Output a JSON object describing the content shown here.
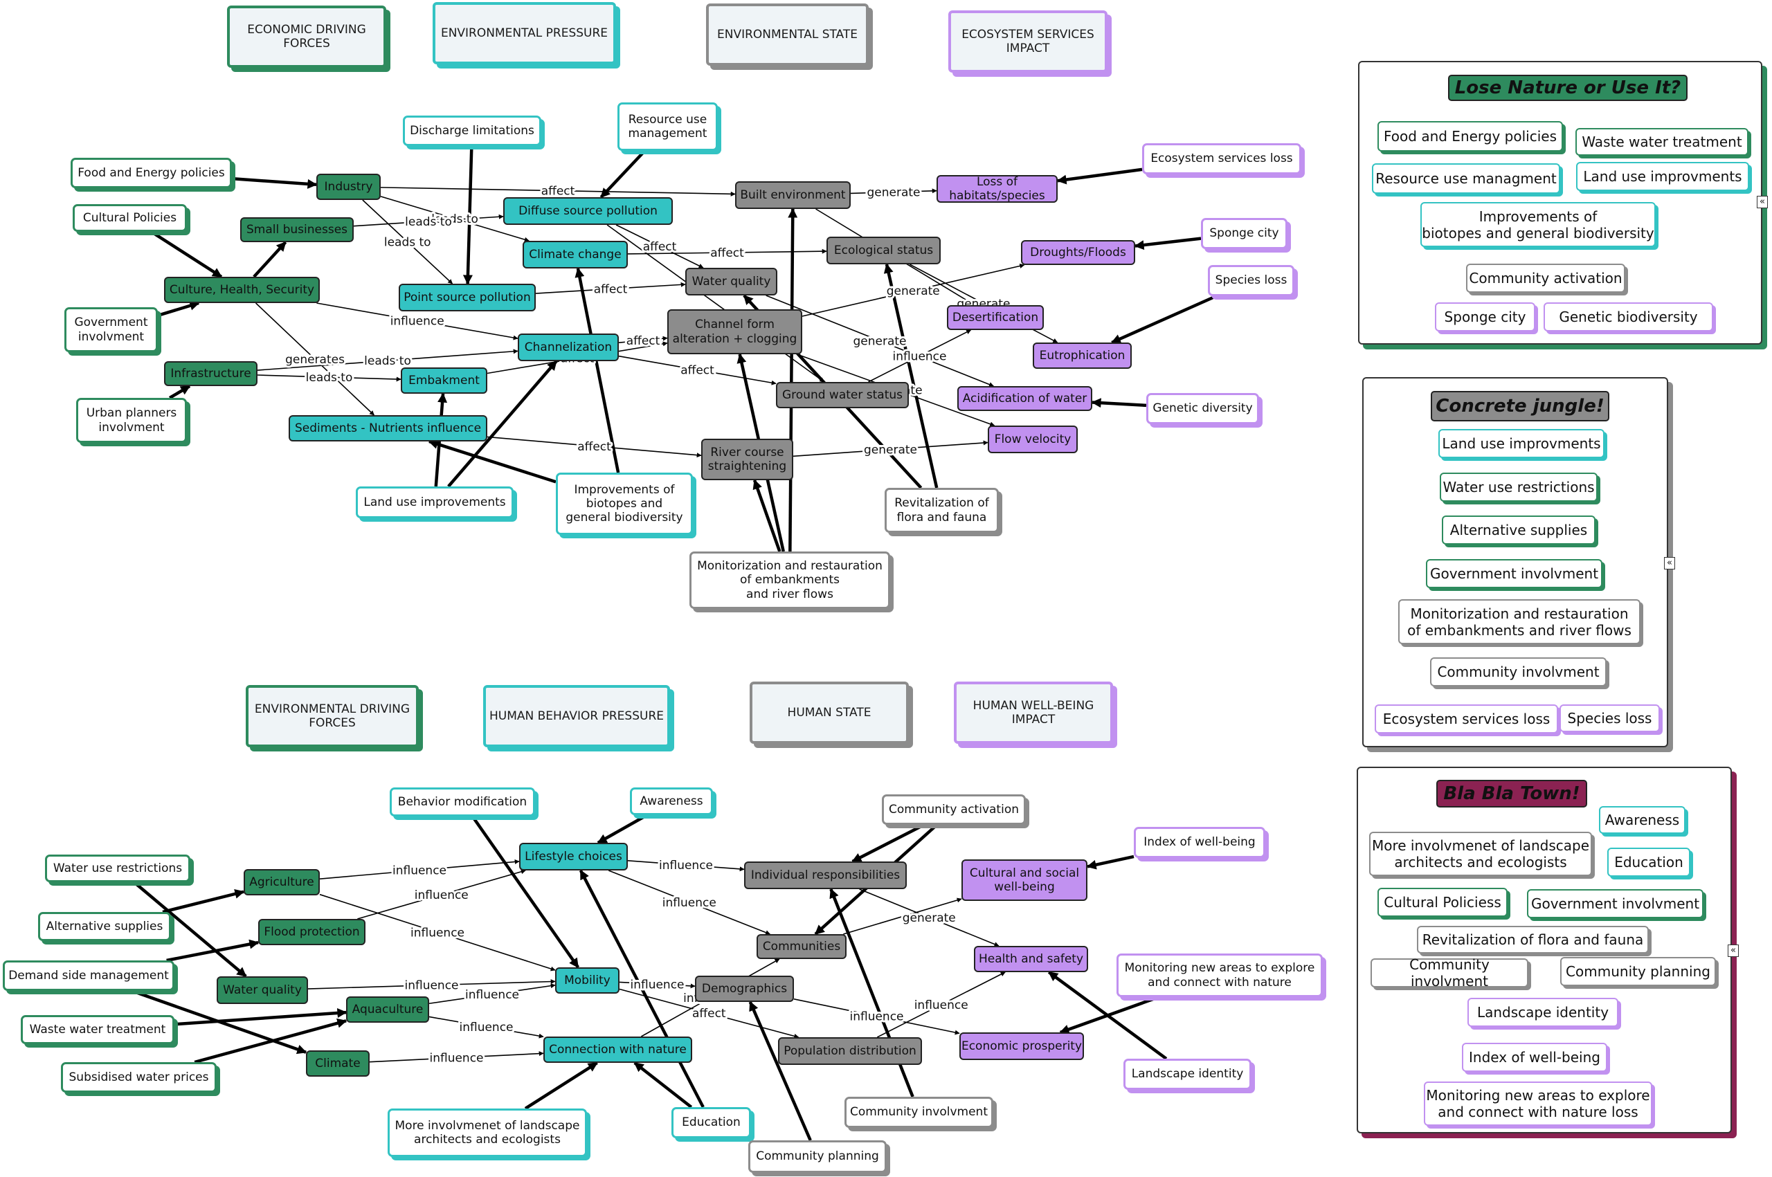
{
  "headers": [
    {
      "id": "h-edf",
      "text": "ECONOMIC DRIVING\nFORCES",
      "color": "green"
    },
    {
      "id": "h-ep",
      "text": "ENVIRONMENTAL PRESSURE",
      "color": "teal"
    },
    {
      "id": "h-es",
      "text": "ENVIRONMENTAL STATE",
      "color": "gray"
    },
    {
      "id": "h-esi",
      "text": "ECOSYSTEM SERVICES\nIMPACT",
      "color": "purple"
    },
    {
      "id": "h-envdf",
      "text": "ENVIRONMENTAL DRIVING\nFORCES",
      "color": "green"
    },
    {
      "id": "h-hbp",
      "text": "HUMAN BEHAVIOR PRESSURE",
      "color": "teal"
    },
    {
      "id": "h-hs",
      "text": "HUMAN STATE",
      "color": "gray"
    },
    {
      "id": "h-hwi",
      "text": "HUMAN WELL-BEING\nIMPACT",
      "color": "purple"
    }
  ],
  "nodes": [
    {
      "id": "food-energy",
      "text": "Food and Energy policies",
      "color": "green",
      "style": "src"
    },
    {
      "id": "cultural-pol",
      "text": "Cultural Policies",
      "color": "green",
      "style": "src"
    },
    {
      "id": "gov-inv",
      "text": "Government\ninvolvment",
      "color": "green",
      "style": "src"
    },
    {
      "id": "urban-plan",
      "text": "Urban planners\ninvolvment",
      "color": "green",
      "style": "src"
    },
    {
      "id": "industry",
      "text": "Industry",
      "color": "green",
      "style": "core"
    },
    {
      "id": "small-biz",
      "text": "Small businesses",
      "color": "green",
      "style": "core"
    },
    {
      "id": "culture-hs",
      "text": "Culture, Health, Security",
      "color": "green",
      "style": "core"
    },
    {
      "id": "infra",
      "text": "Infrastructure",
      "color": "green",
      "style": "core"
    },
    {
      "id": "discharge",
      "text": "Discharge limitations",
      "color": "teal",
      "style": "src"
    },
    {
      "id": "resource-use",
      "text": "Resource use\nmanagement",
      "color": "teal",
      "style": "src"
    },
    {
      "id": "diffuse",
      "text": "Diffuse source pollution",
      "color": "teal",
      "style": "core"
    },
    {
      "id": "climate-ch",
      "text": "Climate change",
      "color": "teal",
      "style": "core"
    },
    {
      "id": "point-src",
      "text": "Point source pollution",
      "color": "teal",
      "style": "core"
    },
    {
      "id": "channelize",
      "text": "Channelization",
      "color": "teal",
      "style": "core"
    },
    {
      "id": "embak",
      "text": "Embakment",
      "color": "teal",
      "style": "core"
    },
    {
      "id": "sediments",
      "text": "Sediments - Nutrients influence",
      "color": "teal",
      "style": "core"
    },
    {
      "id": "land-use-imp",
      "text": "Land use improvements",
      "color": "teal",
      "style": "src"
    },
    {
      "id": "biotopes",
      "text": "Improvements of\nbiotopes and\ngeneral biodiversity",
      "color": "teal",
      "style": "src"
    },
    {
      "id": "built-env",
      "text": "Built environment",
      "color": "gray",
      "style": "core"
    },
    {
      "id": "eco-status",
      "text": "Ecological status",
      "color": "gray",
      "style": "core"
    },
    {
      "id": "water-qual",
      "text": "Water quality",
      "color": "gray",
      "style": "core"
    },
    {
      "id": "channel-form",
      "text": "Channel form\nalteration + clogging",
      "color": "gray",
      "style": "core"
    },
    {
      "id": "ground-water",
      "text": "Ground water status",
      "color": "gray",
      "style": "core"
    },
    {
      "id": "river-course",
      "text": "River course\nstraightening",
      "color": "gray",
      "style": "core"
    },
    {
      "id": "revital",
      "text": "Revitalization of\nflora and fauna",
      "color": "gray",
      "style": "src"
    },
    {
      "id": "monitor",
      "text": "Monitorization and restauration\nof embankments\nand river flows",
      "color": "gray",
      "style": "src"
    },
    {
      "id": "loss-habitats",
      "text": "Loss of habitats/species",
      "color": "purple",
      "style": "core"
    },
    {
      "id": "droughts",
      "text": "Droughts/Floods",
      "color": "purple",
      "style": "core"
    },
    {
      "id": "desert",
      "text": "Desertification",
      "color": "purple",
      "style": "core"
    },
    {
      "id": "eutro",
      "text": "Eutrophication",
      "color": "purple",
      "style": "core"
    },
    {
      "id": "acid",
      "text": "Acidification of water",
      "color": "purple",
      "style": "core"
    },
    {
      "id": "flow-vel",
      "text": "Flow velocity",
      "color": "purple",
      "style": "core"
    },
    {
      "id": "es-loss",
      "text": "Ecosystem services loss",
      "color": "purple",
      "style": "src"
    },
    {
      "id": "sponge",
      "text": "Sponge city",
      "color": "purple",
      "style": "src"
    },
    {
      "id": "species-loss",
      "text": "Species loss",
      "color": "purple",
      "style": "src"
    },
    {
      "id": "genetic",
      "text": "Genetic diversity",
      "color": "purple",
      "style": "src"
    },
    {
      "id": "water-restr",
      "text": "Water use restrictions",
      "color": "green",
      "style": "src"
    },
    {
      "id": "alt-supplies",
      "text": "Alternative supplies",
      "color": "green",
      "style": "src"
    },
    {
      "id": "demand-side",
      "text": "Demand side management",
      "color": "green",
      "style": "src"
    },
    {
      "id": "waste-water",
      "text": "Waste water treatment",
      "color": "green",
      "style": "src"
    },
    {
      "id": "subsidised",
      "text": "Subsidised water prices",
      "color": "green",
      "style": "src"
    },
    {
      "id": "agri",
      "text": "Agriculture",
      "color": "green",
      "style": "core"
    },
    {
      "id": "flood-prot",
      "text": "Flood protection",
      "color": "green",
      "style": "core"
    },
    {
      "id": "water-qual2",
      "text": "Water quality",
      "color": "green",
      "style": "core"
    },
    {
      "id": "aqua",
      "text": "Aquaculture",
      "color": "green",
      "style": "core"
    },
    {
      "id": "climate",
      "text": "Climate",
      "color": "green",
      "style": "core"
    },
    {
      "id": "behav-mod",
      "text": "Behavior modification",
      "color": "teal",
      "style": "src"
    },
    {
      "id": "awareness",
      "text": "Awareness",
      "color": "teal",
      "style": "src"
    },
    {
      "id": "lifestyle",
      "text": "Lifestyle choices",
      "color": "teal",
      "style": "core"
    },
    {
      "id": "mobility",
      "text": "Mobility",
      "color": "teal",
      "style": "core"
    },
    {
      "id": "conn-nature",
      "text": "Connection with nature",
      "color": "teal",
      "style": "core"
    },
    {
      "id": "more-inv",
      "text": "More involvmenet of landscape\narchitects and ecologists",
      "color": "teal",
      "style": "src"
    },
    {
      "id": "education",
      "text": "Education",
      "color": "teal",
      "style": "src"
    },
    {
      "id": "comm-act",
      "text": "Community activation",
      "color": "gray",
      "style": "src"
    },
    {
      "id": "indiv-resp",
      "text": "Individual responsibilities",
      "color": "gray",
      "style": "core"
    },
    {
      "id": "communities",
      "text": "Communities",
      "color": "gray",
      "style": "core"
    },
    {
      "id": "demographics",
      "text": "Demographics",
      "color": "gray",
      "style": "core"
    },
    {
      "id": "pop-dist",
      "text": "Population distribution",
      "color": "gray",
      "style": "core"
    },
    {
      "id": "comm-inv",
      "text": "Community involvment",
      "color": "gray",
      "style": "src"
    },
    {
      "id": "comm-plan",
      "text": "Community planning",
      "color": "gray",
      "style": "src"
    },
    {
      "id": "cult-social",
      "text": "Cultural and social\nwell-being",
      "color": "purple",
      "style": "core"
    },
    {
      "id": "health-safety",
      "text": "Health and safety",
      "color": "purple",
      "style": "core"
    },
    {
      "id": "econ-prosp",
      "text": "Economic prosperity",
      "color": "purple",
      "style": "core"
    },
    {
      "id": "index-wb",
      "text": "Index of well-being",
      "color": "purple",
      "style": "src"
    },
    {
      "id": "monitor-new",
      "text": "Monitoring new areas to explore\nand connect with nature",
      "color": "purple",
      "style": "src"
    },
    {
      "id": "landscape-id",
      "text": "Landscape identity",
      "color": "purple",
      "style": "src"
    }
  ],
  "edges": [
    {
      "from": "food-energy",
      "to": "industry",
      "bold": true
    },
    {
      "from": "cultural-pol",
      "to": "culture-hs",
      "bold": true
    },
    {
      "from": "gov-inv",
      "to": "culture-hs",
      "bold": true
    },
    {
      "from": "culture-hs",
      "to": "small-biz",
      "bold": true
    },
    {
      "from": "urban-plan",
      "to": "infra",
      "bold": true
    },
    {
      "from": "industry",
      "to": "built-env",
      "label": "affect"
    },
    {
      "from": "industry",
      "to": "climate-ch",
      "label": "leads to"
    },
    {
      "from": "industry",
      "to": "point-src",
      "label": "leads to"
    },
    {
      "from": "small-biz",
      "to": "diffuse",
      "label": "leads to"
    },
    {
      "from": "culture-hs",
      "to": "channelize",
      "label": "influence"
    },
    {
      "from": "culture-hs",
      "to": "sediments",
      "label": "generates"
    },
    {
      "from": "infra",
      "to": "embak",
      "label": "leads to"
    },
    {
      "from": "infra",
      "to": "channelize",
      "label": "leads to"
    },
    {
      "from": "discharge",
      "to": "point-src",
      "bold": true
    },
    {
      "from": "resource-use",
      "to": "diffuse",
      "bold": true
    },
    {
      "from": "diffuse",
      "to": "water-qual",
      "label": "affect"
    },
    {
      "from": "diffuse",
      "to": "ground-water"
    },
    {
      "from": "climate-ch",
      "to": "eco-status",
      "label": "affect"
    },
    {
      "from": "point-src",
      "to": "water-qual",
      "label": "affect"
    },
    {
      "from": "channelize",
      "to": "channel-form",
      "label": "affect"
    },
    {
      "from": "channelize",
      "to": "ground-water",
      "label": "affect"
    },
    {
      "from": "embak",
      "to": "channel-form",
      "label": "affect"
    },
    {
      "from": "sediments",
      "to": "river-course",
      "label": "affect"
    },
    {
      "from": "land-use-imp",
      "to": "embak",
      "bold": true
    },
    {
      "from": "land-use-imp",
      "to": "channelize",
      "bold": true
    },
    {
      "from": "biotopes",
      "to": "sediments",
      "bold": true
    },
    {
      "from": "biotopes",
      "to": "climate-ch",
      "bold": true
    },
    {
      "from": "built-env",
      "to": "desert",
      "label": "generate"
    },
    {
      "from": "built-env",
      "to": "loss-habitats",
      "label": "generate"
    },
    {
      "from": "eco-status",
      "to": "eutro",
      "label": "generate"
    },
    {
      "from": "water-qual",
      "to": "acid",
      "label": "generate"
    },
    {
      "from": "channel-form",
      "to": "droughts",
      "label": "generate"
    },
    {
      "from": "channel-form",
      "to": "flow-vel",
      "label": "generate"
    },
    {
      "from": "ground-water",
      "to": "desert",
      "label": "influence"
    },
    {
      "from": "river-course",
      "to": "flow-vel",
      "label": "generate"
    },
    {
      "from": "revital",
      "to": "eco-status",
      "bold": true
    },
    {
      "from": "revital",
      "to": "water-qual",
      "bold": true
    },
    {
      "from": "monitor",
      "to": "river-course",
      "bold": true
    },
    {
      "from": "monitor",
      "to": "built-env",
      "bold": true
    },
    {
      "from": "monitor",
      "to": "channel-form",
      "bold": true
    },
    {
      "from": "es-loss",
      "to": "loss-habitats",
      "bold": true
    },
    {
      "from": "sponge",
      "to": "droughts",
      "bold": true
    },
    {
      "from": "species-loss",
      "to": "eutro",
      "bold": true
    },
    {
      "from": "genetic",
      "to": "acid",
      "bold": true
    },
    {
      "from": "water-restr",
      "to": "water-qual2",
      "bold": true
    },
    {
      "from": "alt-supplies",
      "to": "agri",
      "bold": true
    },
    {
      "from": "demand-side",
      "to": "flood-prot",
      "bold": true
    },
    {
      "from": "demand-side",
      "to": "climate",
      "bold": true
    },
    {
      "from": "waste-water",
      "to": "aqua",
      "bold": true
    },
    {
      "from": "subsidised",
      "to": "aqua",
      "bold": true
    },
    {
      "from": "agri",
      "to": "lifestyle",
      "label": "influence"
    },
    {
      "from": "agri",
      "to": "mobility",
      "label": "influence"
    },
    {
      "from": "flood-prot",
      "to": "lifestyle",
      "label": "influence"
    },
    {
      "from": "water-qual2",
      "to": "mobility",
      "label": "influence"
    },
    {
      "from": "aqua",
      "to": "mobility",
      "label": "influence"
    },
    {
      "from": "aqua",
      "to": "conn-nature",
      "label": "influence"
    },
    {
      "from": "climate",
      "to": "conn-nature",
      "label": "influence"
    },
    {
      "from": "behav-mod",
      "to": "mobility",
      "bold": true
    },
    {
      "from": "awareness",
      "to": "lifestyle",
      "bold": true
    },
    {
      "from": "more-inv",
      "to": "conn-nature",
      "bold": true
    },
    {
      "from": "education",
      "to": "conn-nature",
      "bold": true
    },
    {
      "from": "education",
      "to": "lifestyle",
      "bold": true
    },
    {
      "from": "lifestyle",
      "to": "indiv-resp",
      "label": "influence"
    },
    {
      "from": "lifestyle",
      "to": "communities",
      "label": "influence"
    },
    {
      "from": "mobility",
      "to": "demographics",
      "label": "influence"
    },
    {
      "from": "mobility",
      "to": "pop-dist",
      "label": "affect"
    },
    {
      "from": "conn-nature",
      "to": "communities",
      "label": "influence"
    },
    {
      "from": "indiv-resp",
      "to": "health-safety",
      "label": "generate"
    },
    {
      "from": "communities",
      "to": "cult-social"
    },
    {
      "from": "demographics",
      "to": "econ-prosp",
      "label": "influence"
    },
    {
      "from": "pop-dist",
      "to": "health-safety",
      "label": "influence"
    },
    {
      "from": "comm-act",
      "to": "indiv-resp",
      "bold": true
    },
    {
      "from": "comm-act",
      "to": "communities",
      "bold": true
    },
    {
      "from": "comm-inv",
      "to": "indiv-resp",
      "bold": true
    },
    {
      "from": "comm-plan",
      "to": "demographics",
      "bold": true
    },
    {
      "from": "index-wb",
      "to": "cult-social",
      "bold": true
    },
    {
      "from": "monitor-new",
      "to": "econ-prosp",
      "bold": true
    },
    {
      "from": "landscape-id",
      "to": "health-safety",
      "bold": true
    }
  ],
  "panels": [
    {
      "id": "lose-nature",
      "title": "Lose Nature or Use It?",
      "shadow": "green",
      "title_color": "green",
      "items": [
        {
          "text": "Food and Energy policies",
          "color": "green"
        },
        {
          "text": "Waste water treatment",
          "color": "green"
        },
        {
          "text": "Resource use managment",
          "color": "teal"
        },
        {
          "text": "Land use improvments",
          "color": "teal"
        },
        {
          "text": "Improvements of\nbiotopes and general biodiversity",
          "color": "teal"
        },
        {
          "text": "Community activation",
          "color": "gray"
        },
        {
          "text": "Sponge city",
          "color": "purple"
        },
        {
          "text": "Genetic biodiversity",
          "color": "purple"
        }
      ]
    },
    {
      "id": "concrete",
      "title": "Concrete jungle!",
      "shadow": "gray",
      "title_color": "gray",
      "items": [
        {
          "text": "Land use improvments",
          "color": "teal"
        },
        {
          "text": "Water use restrictions",
          "color": "green"
        },
        {
          "text": "Alternative supplies",
          "color": "green"
        },
        {
          "text": "Government involvment",
          "color": "green"
        },
        {
          "text": "Monitorization and restauration\nof embankments and river flows",
          "color": "gray"
        },
        {
          "text": "Community involvment",
          "color": "gray"
        },
        {
          "text": "Ecosystem services loss",
          "color": "purple"
        },
        {
          "text": "Species loss",
          "color": "purple"
        }
      ]
    },
    {
      "id": "blabla",
      "title": "Bla Bla Town!",
      "shadow": "maroon",
      "title_color": "maroon",
      "items": [
        {
          "text": "Awareness",
          "color": "teal"
        },
        {
          "text": "More involvmenet of landscape\narchitects and ecologists",
          "color": "gray"
        },
        {
          "text": "Education",
          "color": "teal"
        },
        {
          "text": "Cultural Policiess",
          "color": "green"
        },
        {
          "text": "Government involvment",
          "color": "green"
        },
        {
          "text": "Revitalization of flora and fauna",
          "color": "gray"
        },
        {
          "text": "Community involvment",
          "color": "gray"
        },
        {
          "text": "Community planning",
          "color": "gray"
        },
        {
          "text": "Landscape identity",
          "color": "purple"
        },
        {
          "text": "Index of well-being",
          "color": "purple"
        },
        {
          "text": "Monitoring new areas to explore\nand connect with nature loss",
          "color": "purple"
        }
      ]
    }
  ],
  "collapse_glyph": "«"
}
